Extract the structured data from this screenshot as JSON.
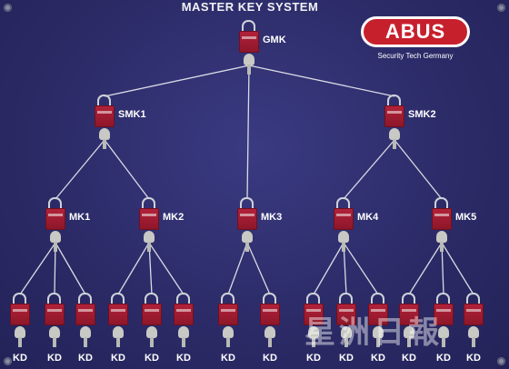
{
  "title": "MASTER KEY SYSTEM",
  "brand": {
    "name": "ABUS",
    "tagline": "Security Tech Germany",
    "color": "#c7202d"
  },
  "watermark": "星洲日報",
  "lock_color": "#b3223a",
  "nodes": [
    {
      "id": "gmk",
      "label": "GMK",
      "level": "grand-master"
    },
    {
      "id": "smk1",
      "label": "SMK1",
      "level": "sub-master",
      "parent": "gmk"
    },
    {
      "id": "smk2",
      "label": "SMK2",
      "level": "sub-master",
      "parent": "gmk"
    },
    {
      "id": "mk1",
      "label": "MK1",
      "level": "master",
      "parent": "smk1"
    },
    {
      "id": "mk2",
      "label": "MK2",
      "level": "master",
      "parent": "smk1"
    },
    {
      "id": "mk3",
      "label": "MK3",
      "level": "master",
      "parent": "gmk"
    },
    {
      "id": "mk4",
      "label": "MK4",
      "level": "master",
      "parent": "smk2"
    },
    {
      "id": "mk5",
      "label": "MK5",
      "level": "master",
      "parent": "smk2"
    }
  ],
  "kd_label": "KD",
  "kd_groups": [
    {
      "parent": "mk1",
      "count": 3
    },
    {
      "parent": "mk2",
      "count": 3
    },
    {
      "parent": "mk3",
      "count": 2
    },
    {
      "parent": "mk4",
      "count": 3
    },
    {
      "parent": "mk5",
      "count": 3
    }
  ]
}
